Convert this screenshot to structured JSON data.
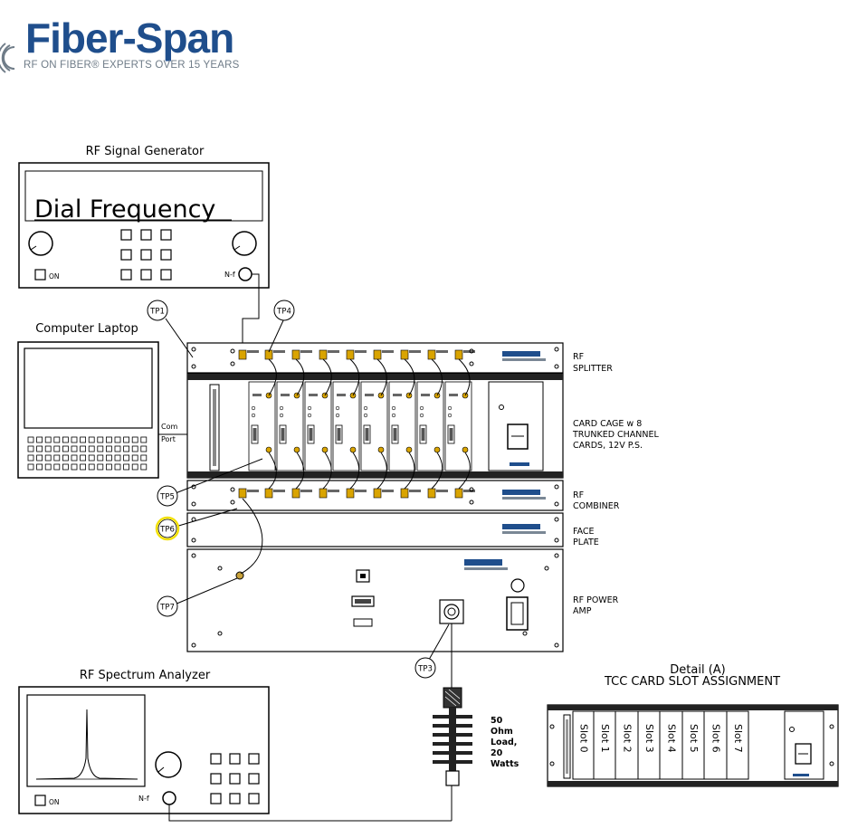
{
  "logo": {
    "brand": "Fiber-Span",
    "tagline": "RF ON FIBER® EXPERTS OVER 15 YEARS",
    "brand_color": "#1f4e8c",
    "gray": "#6f7c88"
  },
  "signal_generator": {
    "title": "RF Signal Generator",
    "display": "Dial Frequency",
    "on_label": "ON",
    "port_label": "N-f"
  },
  "laptop": {
    "title": "Computer Laptop",
    "com_label": "Com",
    "port_label": "Port"
  },
  "spectrum_analyzer": {
    "title": "RF Spectrum Analyzer",
    "on_label": "ON",
    "port_label": "N-f"
  },
  "test_points": [
    "TP1",
    "TP4",
    "TP5",
    "TP6",
    "TP7",
    "TP3"
  ],
  "highlight_color": "#f2e000",
  "rack_labels": {
    "splitter": [
      "RF",
      "SPLITTER"
    ],
    "cage": [
      "CARD CAGE w 8",
      "TRUNKED CHANNEL",
      "CARDS, 12V P.S."
    ],
    "combiner": [
      "RF",
      "COMBINER"
    ],
    "faceplate": [
      "FACE",
      "PLATE"
    ],
    "amp": [
      "RF POWER",
      "AMP"
    ]
  },
  "load_label": [
    "50",
    "Ohm",
    "Load,",
    "20",
    "Watts"
  ],
  "detail": {
    "title": "Detail (A)",
    "subtitle": "TCC CARD SLOT ASSIGNMENT",
    "slots": [
      "Slot 0",
      "Slot 1",
      "Slot 2",
      "Slot 3",
      "Slot 4",
      "Slot 5",
      "Slot 6",
      "Slot 7"
    ]
  }
}
